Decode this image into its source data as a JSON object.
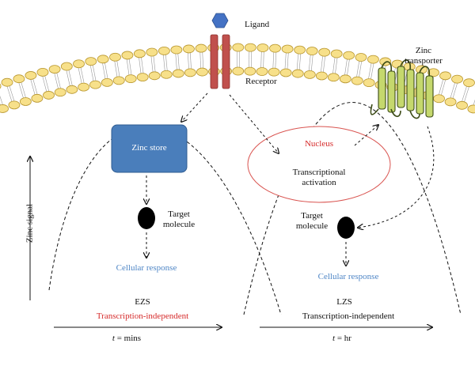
{
  "labels": {
    "ligand": "Ligand",
    "receptor": "Receptor",
    "zinc_transporter": "Zinc\ntransporter",
    "zinc_store": "Zinc store",
    "nucleus": "Nucleus",
    "transcriptional_activation": "Transcriptional\nactivation",
    "target_molecule_left": "Target\nmolecule",
    "target_molecule_right": "Target\nmolecule",
    "cellular_response_left": "Cellular response",
    "cellular_response_right": "Cellular response",
    "y_axis": "Zinc signal",
    "ezs": "EZS",
    "ezs_sub": "Transcription-independent",
    "lzs": "LZS",
    "lzs_sub": "Transcription-independent",
    "time_left_var": "t",
    "time_left_rest": " = mins",
    "time_right_var": "t",
    "time_right_rest": " = hr"
  },
  "colors": {
    "ligand": "#4472c4",
    "receptor": "#c0504d",
    "zinc_store_fill": "#4a7ebb",
    "nucleus_outline": "#d9534f",
    "transporter": "#c5d86d",
    "membrane_head": "#f7e08a",
    "membrane_head_stroke": "#b8962e",
    "accent_blue": "#4f86c6",
    "accent_red": "#d62b2b"
  }
}
